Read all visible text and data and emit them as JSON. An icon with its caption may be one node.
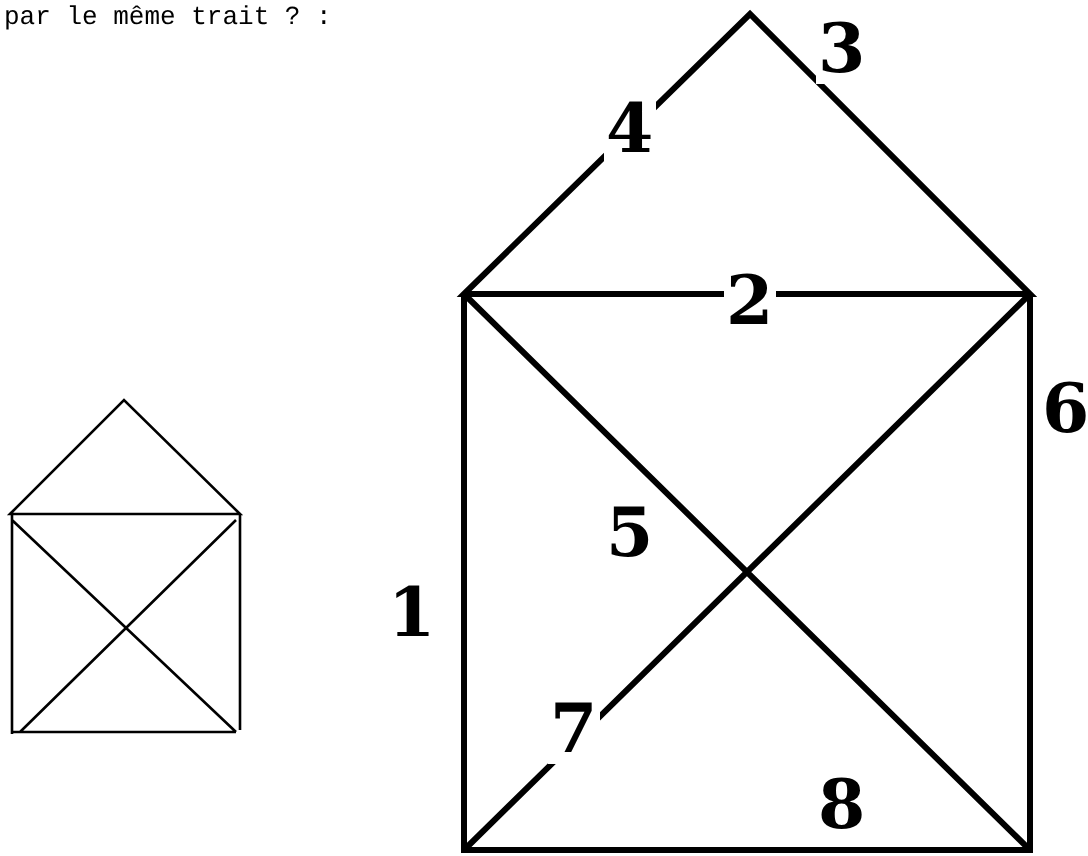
{
  "diagram": {
    "labels": [
      "par le même trait ? :",
      "3",
      "4",
      "2",
      "6",
      "5",
      "1",
      "7",
      "8"
    ]
  }
}
